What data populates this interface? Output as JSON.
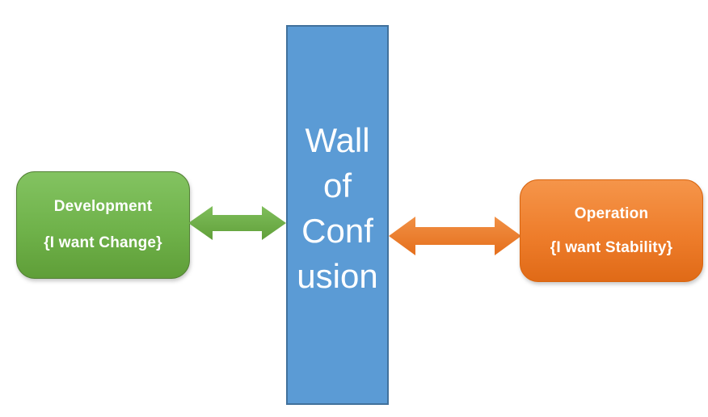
{
  "colors": {
    "background": "#ffffff",
    "text": "#ffffff",
    "green_light": "#83c361",
    "green_mid": "#6fb24a",
    "green_dark": "#5f9e38",
    "green_border": "#538135",
    "green_arrow_light": "#7fbe5b",
    "green_arrow_dark": "#61a03a",
    "blue_fill": "#5b9bd5",
    "blue_border": "#41719c",
    "orange_light": "#f5954a",
    "orange_mid": "#ee7d2b",
    "orange_dark": "#e06a17",
    "orange_border": "#d9650f",
    "orange_arrow_light": "#f19045",
    "orange_arrow_dark": "#e56f1c"
  },
  "development_box": {
    "title": "Development",
    "subtitle": "{I want Change}"
  },
  "wall": {
    "full_text": "Wall of Confusion",
    "lines": [
      "Wall",
      "of",
      "Conf",
      "usion"
    ]
  },
  "operation_box": {
    "title": "Operation",
    "subtitle": "{I want Stability}"
  }
}
